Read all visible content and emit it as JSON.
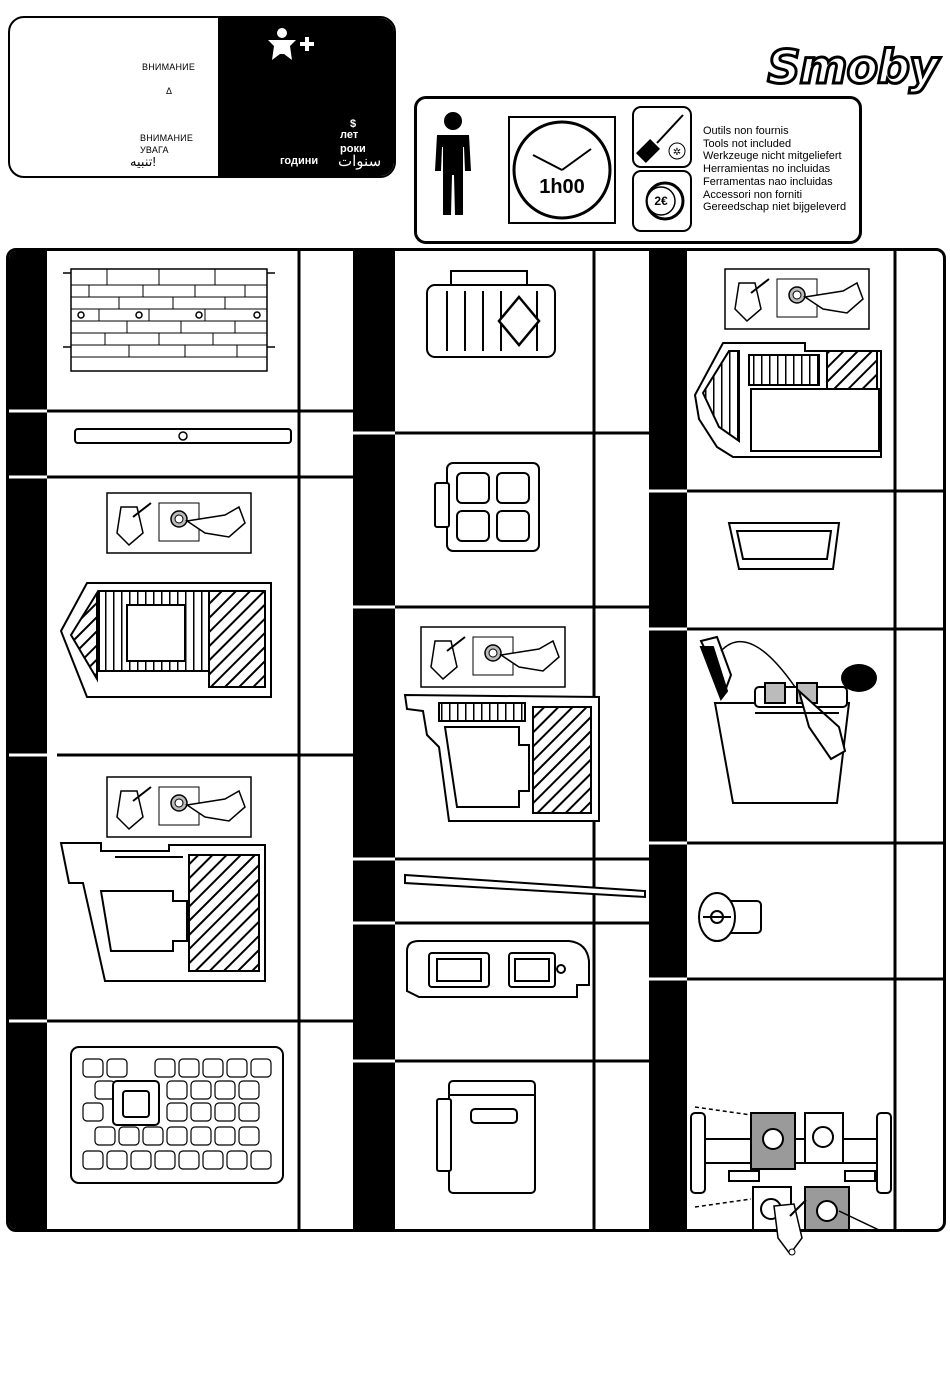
{
  "warning": {
    "label_1": "ВНИМАНИЕ",
    "symbol": "Δ",
    "label_2": "ВНИМАНИЕ",
    "label_3": "УВАГА",
    "label_ar": "تنبيه!"
  },
  "age": {
    "symbol": "$",
    "let": "лет",
    "roki": "роки",
    "godini": "години",
    "ar": "سنوات"
  },
  "brand": {
    "name": "Smoby"
  },
  "info": {
    "time": "1h00",
    "coin": "2€",
    "tools_not_included": [
      "Outils non  fournis",
      "Tools not included",
      "Werkzeuge nicht mitgeliefert",
      "Herramientas no incluidas",
      "Ferramentas nao incluidas",
      "Accessori non forniti",
      "Gereedschap niet bijgeleverd"
    ]
  },
  "icons": {
    "age_figure": "child-plus-icon",
    "person": "person-icon",
    "clock": "clock-icon",
    "screwdriver": "screwdriver-icon",
    "coin": "coin-icon",
    "hammer": "hammer-icon",
    "hand": "hand-icon"
  },
  "colors": {
    "ink": "#000000",
    "paper": "#ffffff",
    "gray": "#9a9a9a"
  }
}
